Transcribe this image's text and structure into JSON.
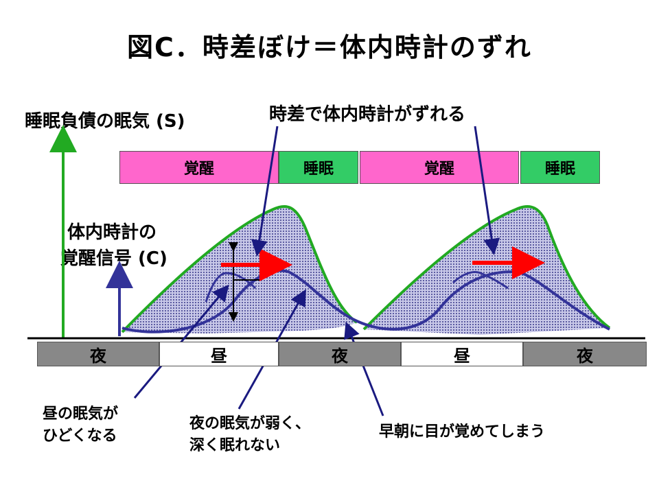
{
  "title": "図C．時差ぼけ＝体内時計のずれ",
  "labels": {
    "s_axis": "睡眠負債の眠気 (S)",
    "c_line1": "体内時計の",
    "c_line2": "覚醒信号 (C)",
    "shift": "時差で体内時計がずれる"
  },
  "state_bar": [
    {
      "label": "覚醒",
      "kind": "awake"
    },
    {
      "label": "睡眠",
      "kind": "sleep"
    },
    {
      "label": "覚醒",
      "kind": "awake"
    },
    {
      "label": "睡眠",
      "kind": "sleep"
    }
  ],
  "daynight": [
    {
      "label": "夜",
      "kind": "night"
    },
    {
      "label": "昼",
      "kind": "day"
    },
    {
      "label": "夜",
      "kind": "night"
    },
    {
      "label": "昼",
      "kind": "day"
    },
    {
      "label": "夜",
      "kind": "night"
    }
  ],
  "notes": {
    "daytime_sleepy": "昼の眠気が\nひどくなる",
    "night_weak": "夜の眠気が弱く、\n深く眠れない",
    "early_wake": "早朝に目が覚めてしまう"
  },
  "colors": {
    "awake": "#ff66cc",
    "sleep": "#33cc66",
    "night": "#888888",
    "s_curve": "#22aa22",
    "c_curve": "#333399",
    "shift_arrow": "#ff0000",
    "pointer": "#1a1a80"
  }
}
